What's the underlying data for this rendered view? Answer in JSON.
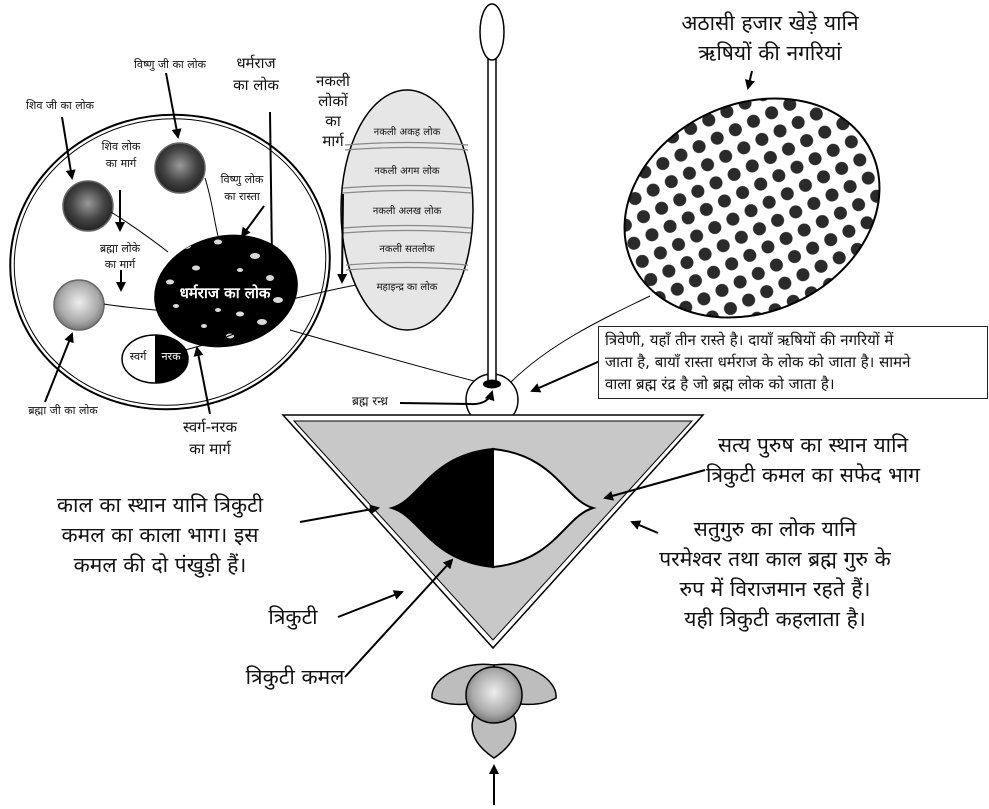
{
  "top_right": {
    "title_line1": "अठासी हजार खेड़े यानि",
    "title_line2": "ऋषियों की नगरियां"
  },
  "left_labels": {
    "vishnu_lok": "विष्णु जी का लोक",
    "dharmraj_lok_line1": "धर्मराज",
    "dharmraj_lok_line2": "का लोक",
    "shiv_lok": "शिव जी का लोक",
    "shiv_marg_line1": "शिव लोक",
    "shiv_marg_line2": "का मार्ग",
    "vishnu_rasta_line1": "विष्णु लोक",
    "vishnu_rasta_line2": "का रास्ता",
    "brahma_marg_line1": "ब्रह्मा लोके",
    "brahma_marg_line2": "का मार्ग",
    "brahma_lok": "ब्रह्मा जी का लोक",
    "dharmraj_center": "धर्मराज का लोक",
    "swarg": "स्वर्ग",
    "narak": "नरक",
    "swarg_narak_line1": "स्वर्ग-नरक",
    "swarg_narak_line2": "का मार्ग"
  },
  "nakli": {
    "title_lines": [
      "नकली",
      "लोकों",
      "का",
      "मार्ग"
    ],
    "bands": [
      "नकली अकह लोक",
      "नकली अगम लोक",
      "नकली अलख लोक",
      "नकली सतलोक",
      "महाइन्द्र का लोक"
    ]
  },
  "center": {
    "brahm_randhra": "ब्रह्म रन्ध्र",
    "triveni_line1": "त्रिवेणी, यहाँ तीन रास्ते है। दायाँ ऋषियों की नगरियों में",
    "triveni_line2": "जाता है, बायाँ रास्ता धर्मराज के लोक को जाता है। सामने",
    "triveni_line3": "वाला ब्रह्म रंद्र है जो ब्रह्म लोक को जाता है।"
  },
  "bottom": {
    "kaal_line1": "काल का स्थान यानि त्रिकुटी",
    "kaal_line2": "कमल का काला भाग। इस",
    "kaal_line3": "कमल की दो पंखुड़ी हैं।",
    "satya_line1": "सत्य पुरुष का स्थान यानि",
    "satya_line2": "त्रिकुटी कमल का सफेद भाग",
    "satguru_line1": "सतुगुरु का लोक यानि",
    "satguru_line2": "परमेश्वर तथा काल ब्रह्म गुरु के",
    "satguru_line3": "रुप में विराजमान रहते हैं।",
    "satguru_line4": "यही त्रिकुटी कहलाता है।",
    "trikuti": "त्रिकुटी",
    "trikuti_kamal": "त्रिकुटी कमल"
  },
  "colors": {
    "ink": "#000000",
    "paper": "#ffffff",
    "triangle_fill": "#c8c8c8",
    "ellipse_fill": "#e6e6e6"
  },
  "icons": [
    "deity-portrait-icon",
    "arrow-icon",
    "dots-pattern-icon",
    "lotus-icon"
  ]
}
